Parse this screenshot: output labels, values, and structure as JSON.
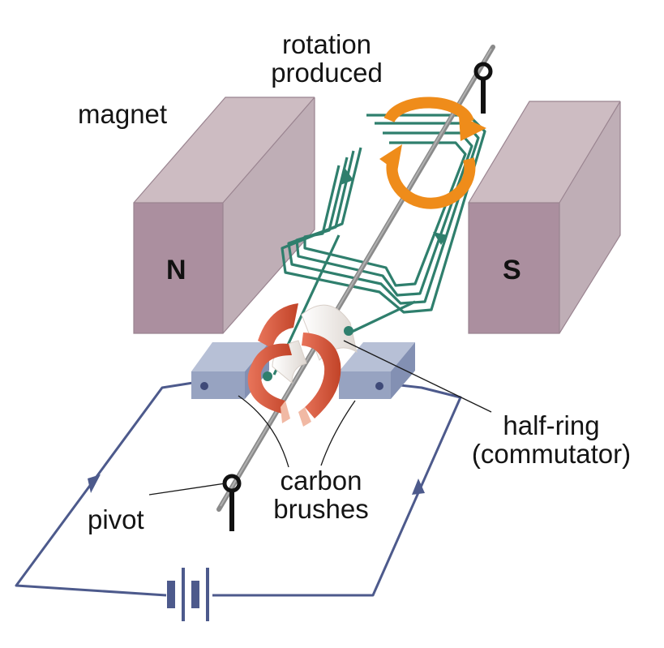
{
  "labels": {
    "rotation_line1": "rotation",
    "rotation_line2": "produced",
    "magnet": "magnet",
    "north": "N",
    "south": "S",
    "half_ring_line1": "half-ring",
    "half_ring_line2": "(commutator)",
    "carbon_line1": "carbon",
    "carbon_line2": "brushes",
    "pivot": "pivot"
  },
  "colors": {
    "magnet_front": "#ab8f9f",
    "magnet_top": "#cdbcc2",
    "magnet_side": "#bfaeb6",
    "coil": "#2f7f6d",
    "axle": "#8a8a8a",
    "rotation_arrow": "#ef8c1a",
    "commutator_copper": "#d85434",
    "commutator_white": "#f3eeea",
    "brush": "#97a3c1",
    "brush_dark": "#6e7ca3",
    "circuit_wire": "#4d5a8c",
    "label_text": "#141414"
  }
}
